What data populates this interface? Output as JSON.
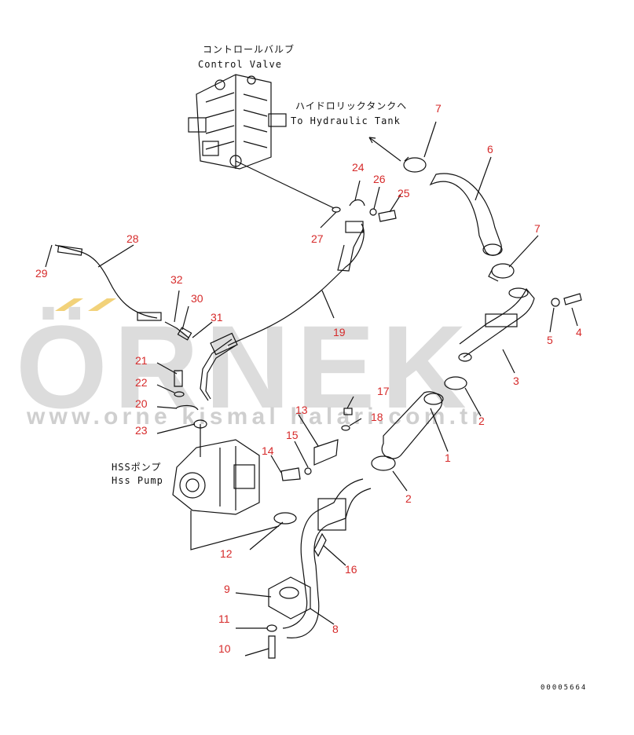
{
  "watermark": {
    "brand": "ÖRNEK",
    "url": "www.orne kismal halari.com.tr"
  },
  "labels": {
    "control_valve_jp": "コントロールバルブ",
    "control_valve_en": "Control Valve",
    "hydraulic_tank_jp": "ハイドロリックタンクヘ",
    "hydraulic_tank_en": "To Hydraulic Tank",
    "hss_pump_jp": "HSSポンプ",
    "hss_pump_en": "Hss Pump"
  },
  "part_numbers": [
    "1",
    "2",
    "2",
    "3",
    "4",
    "5",
    "6",
    "7",
    "7",
    "8",
    "9",
    "10",
    "11",
    "12",
    "13",
    "14",
    "15",
    "16",
    "17",
    "18",
    "19",
    "20",
    "21",
    "22",
    "23",
    "24",
    "25",
    "26",
    "27",
    "28",
    "29",
    "30",
    "31",
    "32"
  ],
  "diagram_code": "00005664",
  "colors": {
    "callout": "#d62a2a",
    "line": "#111111",
    "watermark": "#dcdcdc",
    "watermark_accent": "#f2d27a"
  }
}
